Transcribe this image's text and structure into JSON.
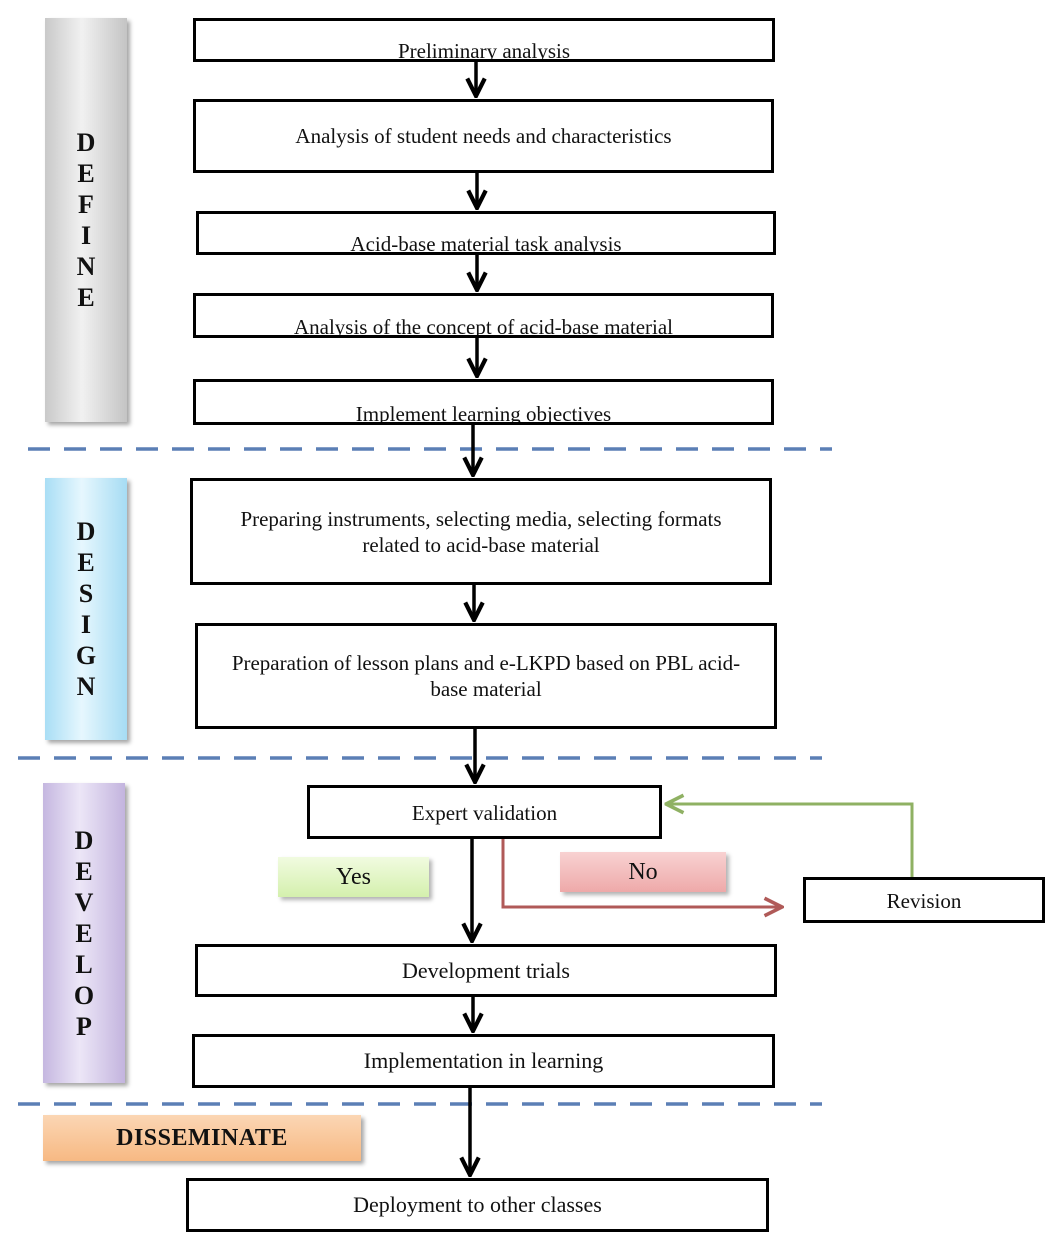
{
  "phases": {
    "define": [
      "D",
      "E",
      "F",
      "I",
      "N",
      "E"
    ],
    "design": [
      "D",
      "E",
      "S",
      "I",
      "G",
      "N"
    ],
    "develop": [
      "D",
      "E",
      "V",
      "E",
      "L",
      "O",
      "P"
    ],
    "disseminate": "DISSEMINATE"
  },
  "steps": {
    "preliminary_analysis": "Preliminary analysis",
    "student_needs": "Analysis of student needs and characteristics",
    "task_analysis": "Acid-base material task analysis",
    "concept_analysis": "Analysis of the concept of acid-base material",
    "learning_objectives": "Implement learning objectives",
    "preparing_instruments": "Preparing instruments, selecting media, selecting formats related to acid-base material",
    "lesson_plans": "Preparation of lesson plans and e-LKPD based on PBL acid-base material",
    "expert_validation": "Expert validation",
    "revision": "Revision",
    "development_trials": "Development trials",
    "implementation": "Implementation in learning",
    "deployment": "Deployment to other classes"
  },
  "decision": {
    "yes": "Yes",
    "no": "No"
  },
  "colors": {
    "divider": "#5b7fb5",
    "no_arrow": "#b05a58",
    "revision_arrow": "#8fb163",
    "define_bar": "#d8d8d8",
    "design_bar": "#c6ecfb",
    "develop_bar": "#d9cfee",
    "disseminate_bar": "#f9c797",
    "yes_tag": "#def5c0",
    "no_tag": "#f2bdbd"
  }
}
